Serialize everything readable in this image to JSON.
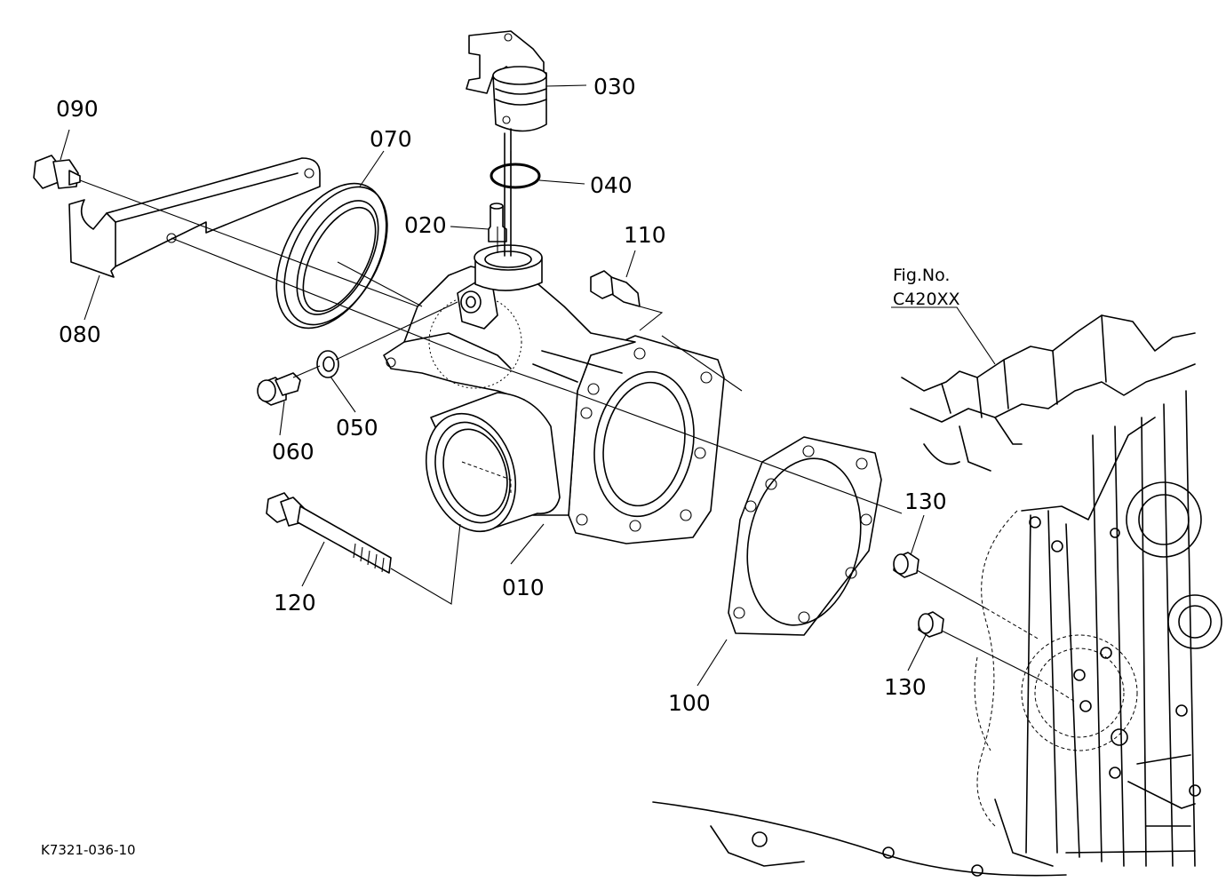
{
  "parts": {
    "p010": "010",
    "p020": "020",
    "p030": "030",
    "p040": "040",
    "p050": "050",
    "p060": "060",
    "p070": "070",
    "p080": "080",
    "p090": "090",
    "p100": "100",
    "p110": "110",
    "p120": "120",
    "p130a": "130",
    "p130b": "130"
  },
  "figure_ref": {
    "line1": "Fig.No.",
    "line2": "C420XX"
  },
  "drawing_code": "K7321-036-10"
}
